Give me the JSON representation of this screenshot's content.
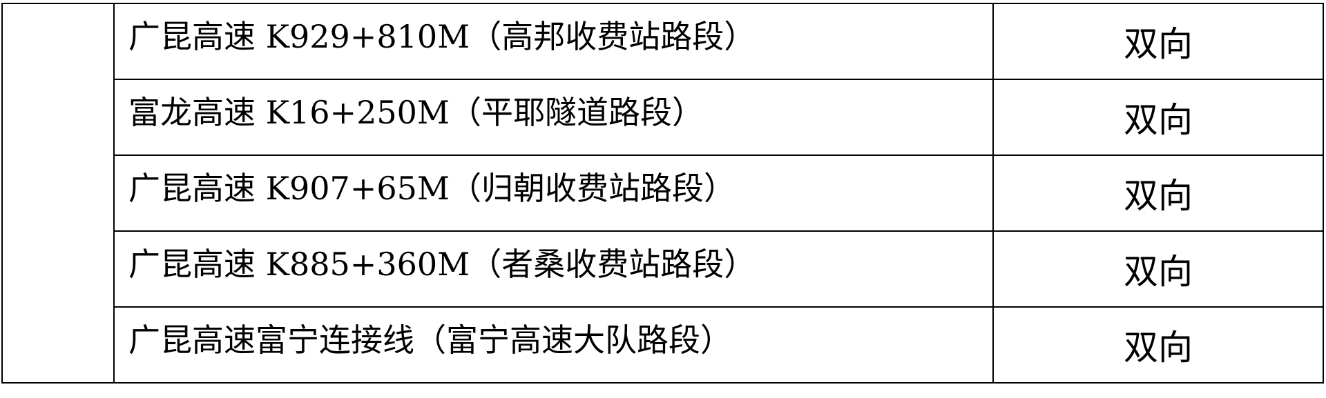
{
  "rows": [
    {
      "location": "广昆高速 K929+810M（高邦收费站路段）",
      "direction": "双向"
    },
    {
      "location": "富龙高速 K16+250M（平耶隧道路段）",
      "direction": "双向"
    },
    {
      "location": "广昆高速 K907+65M（归朝收费站路段）",
      "direction": "双向"
    },
    {
      "location": "广昆高速 K885+360M（者桑收费站路段）",
      "direction": "双向"
    },
    {
      "location": "广昆高速富宁连接线（富宁高速大队路段）",
      "direction": "双向"
    }
  ]
}
